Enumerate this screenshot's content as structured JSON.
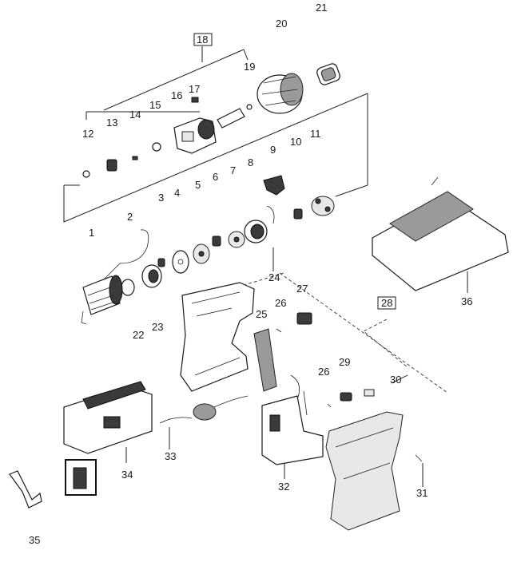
{
  "labels": {
    "p1": "1",
    "p2": "2",
    "p3": "3",
    "p4": "4",
    "p5": "5",
    "p6": "6",
    "p7": "7",
    "p8": "8",
    "p9": "9",
    "p10": "10",
    "p11": "11",
    "p12": "12",
    "p13": "13",
    "p14": "14",
    "p15": "15",
    "p16": "16",
    "p17": "17",
    "p18": "18",
    "p19": "19",
    "p20": "20",
    "p21": "21",
    "p22": "22",
    "p23": "23",
    "p24": "24",
    "p25": "25",
    "p26a": "26",
    "p26b": "26",
    "p27": "27",
    "p28": "28",
    "p29": "29",
    "p30": "30",
    "p31": "31",
    "p32": "32",
    "p33": "33",
    "p34": "34",
    "p35": "35",
    "p36": "36"
  }
}
